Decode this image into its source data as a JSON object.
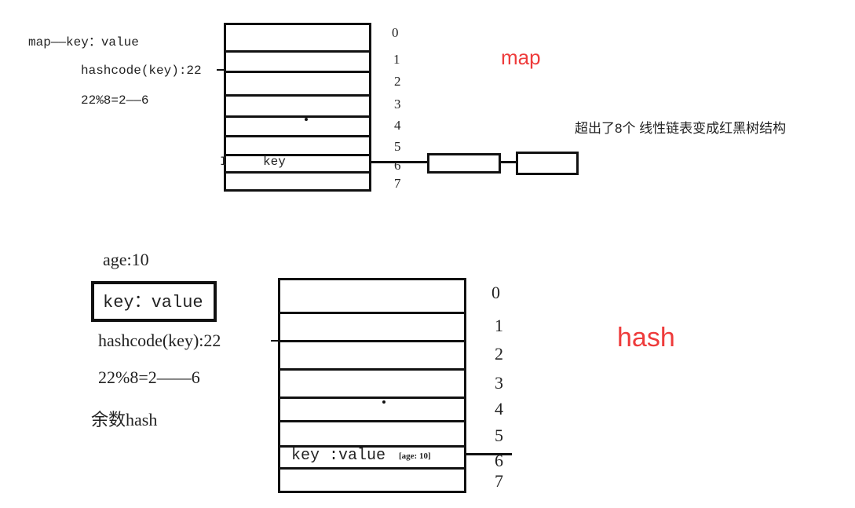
{
  "top": {
    "map_label": "map",
    "map_line": "map——key：value",
    "hash_line": "hashcode(key):22",
    "mod_line": "22%8=2——6",
    "indices": [
      "0",
      "1",
      "2",
      "3",
      "4",
      "5",
      "6",
      "7"
    ],
    "cursor_mark": "I",
    "slot_key": "key",
    "note": "超出了8个   线性链表变成红黑树结构"
  },
  "bottom": {
    "hash_label": "hash",
    "age_line": "age:10",
    "kv_box": "key：value",
    "hash_line": "hashcode(key):22",
    "mod_line": "22%8=2——6",
    "remainder_line": "余数hash",
    "indices": [
      "0",
      "1",
      "2",
      "3",
      "4",
      "5",
      "6",
      "7"
    ],
    "slot_value": "key :value",
    "slot_small": "[age: 10]"
  },
  "colors": {
    "accent": "#ee3b3b",
    "ink": "#111111"
  }
}
